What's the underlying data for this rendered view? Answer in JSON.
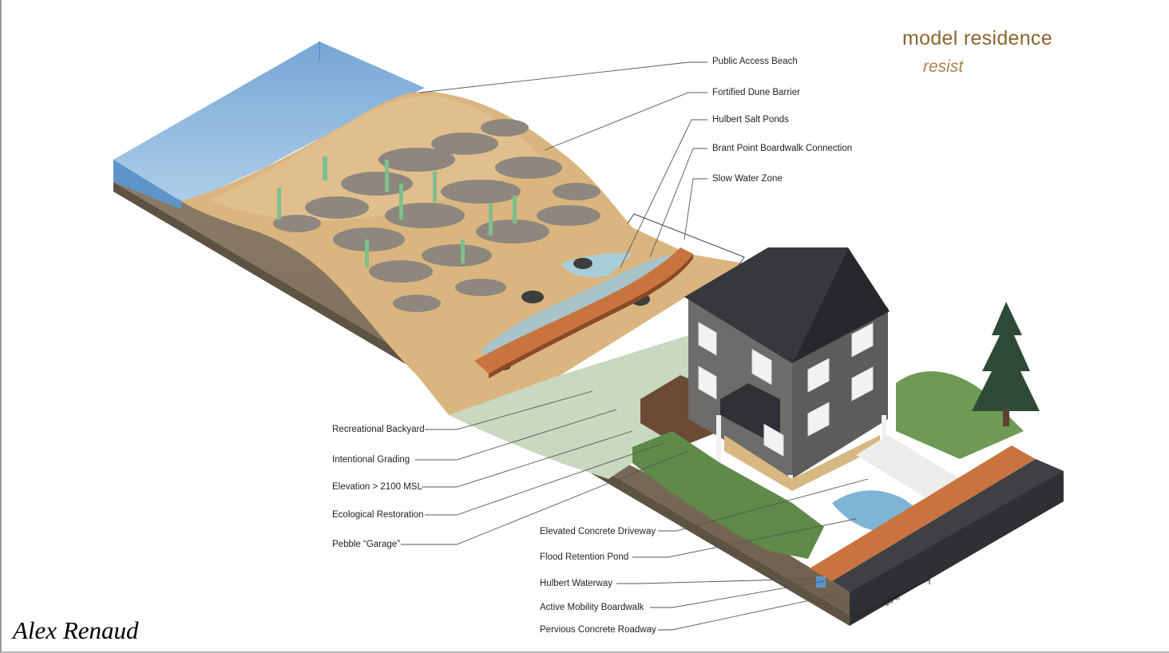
{
  "title": "model residence",
  "subtitle": "resist",
  "author": "Alex Renaud",
  "scale_label": "20 ft",
  "labels_top": [
    "Public Access Beach",
    "Fortified Dune Barrier",
    "Hulbert Salt Ponds",
    "Brant Point Boardwalk Connection",
    "Slow Water Zone"
  ],
  "labels_left": [
    "Recreational Backyard",
    "Intentional Grading",
    "Elevation > 2100 MSL",
    "Ecological Restoration",
    "Pebble “Garage”"
  ],
  "labels_bottom": [
    "Elevated Concrete Driveway",
    "Flood Retention Pond",
    "Hulbert Waterway",
    "Active Mobility Boardwalk",
    "Pervious Concrete Roadway"
  ],
  "colors": {
    "water": "#8fb8dc",
    "sand": "#dcb985",
    "soil": "#7d6f5c",
    "roof": "#2f3136",
    "siding": "#6c6a68",
    "boardwalk": "#c9733f",
    "road": "#3f4043",
    "title": "#8a6630"
  }
}
